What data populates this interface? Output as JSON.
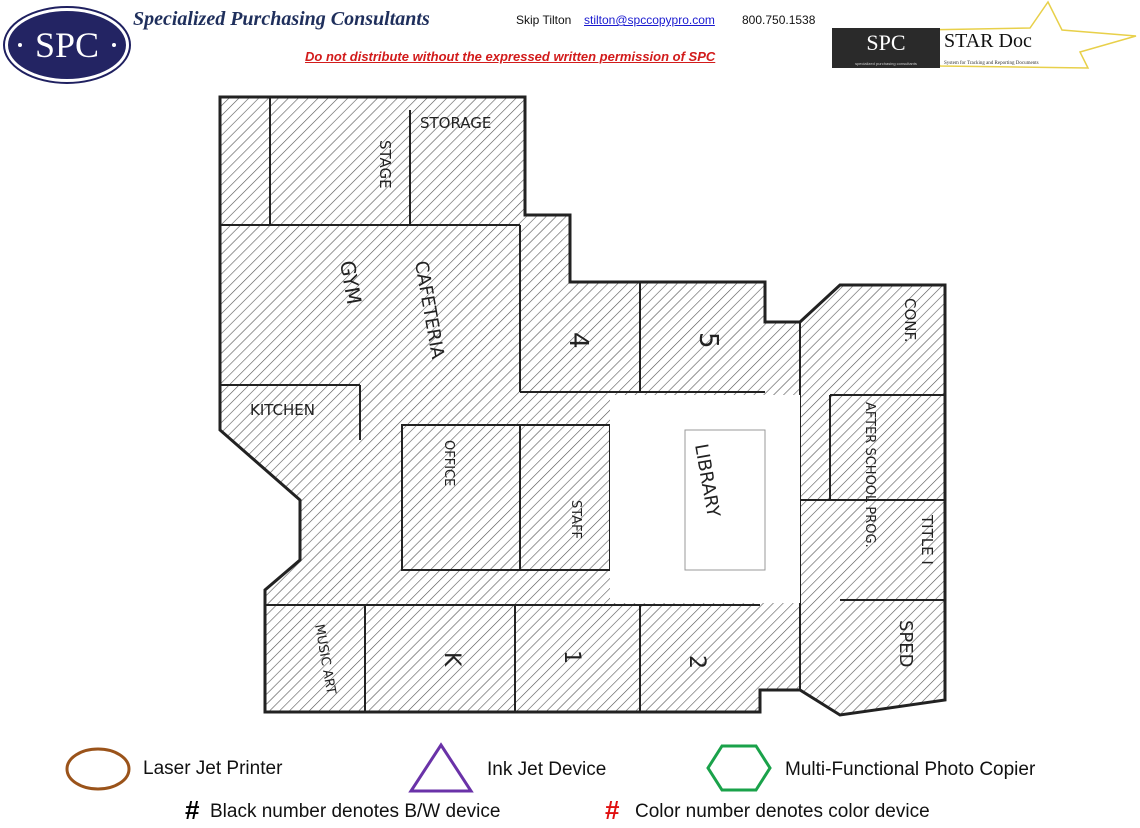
{
  "header": {
    "logo_text": "SPC",
    "company": "Specialized Purchasing Consultants",
    "contact_name": "Skip Tilton",
    "contact_email": "stilton@spccopypro.com",
    "contact_phone": "800.750.1538",
    "warning": "Do not distribute without the expressed written permission of SPC",
    "stardoc_logo_spc": "SPC",
    "stardoc_logo_title": "STAR Doc",
    "stardoc_logo_sub": "specialized purchasing consultants",
    "stardoc_logo_tagline": "System for Tracking and Reporting Documents"
  },
  "rooms": {
    "storage": "STORAGE",
    "stage": "STAGE",
    "gym": "GYM",
    "cafeteria": "CAFETERIA",
    "room4": "4",
    "room5": "5",
    "conf": "CONF.",
    "kitchen": "KITCHEN",
    "office": "OFFICE",
    "staff": "STAFF",
    "library": "LIBRARY",
    "after_school": "AFTER SCHOOL PROG.",
    "title": "TITLE I",
    "music_art": "MUSIC ART",
    "k": "K",
    "room1": "1",
    "room2": "2",
    "sped": "SPED"
  },
  "legend": {
    "laser": "Laser Jet Printer",
    "inkjet": "Ink Jet Device",
    "mfp": "Multi-Functional Photo Copier",
    "hash": "#",
    "bw_note": "Black number denotes B/W device",
    "color_note": "Color number denotes color device",
    "colors": {
      "laser": "#9a531a",
      "inkjet": "#6a32a8",
      "mfp": "#1aa24a",
      "color_hash": "#e01010"
    }
  }
}
